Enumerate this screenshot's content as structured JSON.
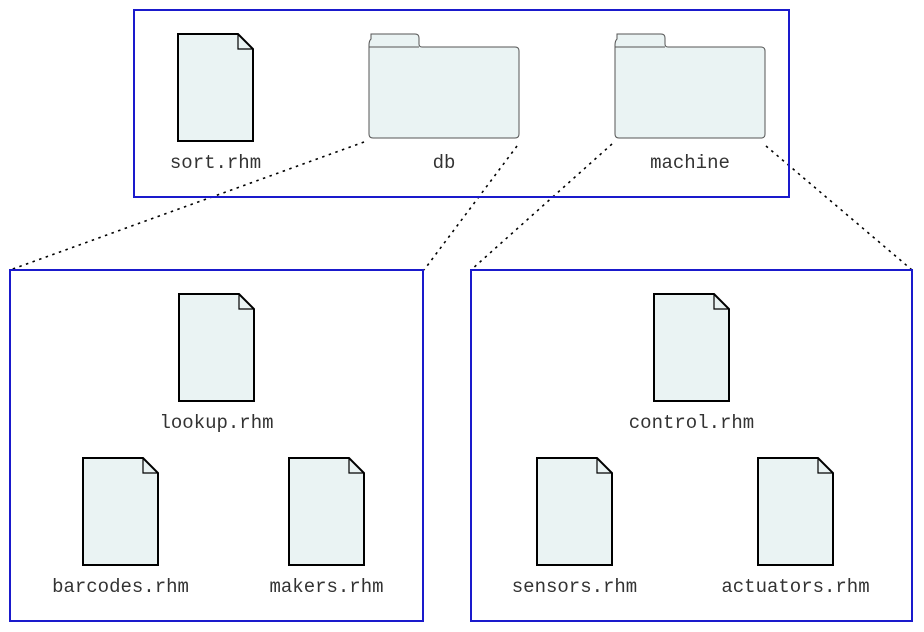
{
  "root": {
    "items": [
      {
        "kind": "file",
        "label": "sort.rhm"
      },
      {
        "kind": "folder",
        "label": "db"
      },
      {
        "kind": "folder",
        "label": "machine"
      }
    ]
  },
  "db": {
    "files": [
      "lookup.rhm",
      "barcodes.rhm",
      "makers.rhm"
    ]
  },
  "machine": {
    "files": [
      "control.rhm",
      "sensors.rhm",
      "actuators.rhm"
    ]
  },
  "colors": {
    "frame": "#1a1acc",
    "icon_fill": "#eaf3f3",
    "icon_stroke": "#000000",
    "folder_stroke": "#555555",
    "connector": "#000000",
    "label": "#333333"
  }
}
